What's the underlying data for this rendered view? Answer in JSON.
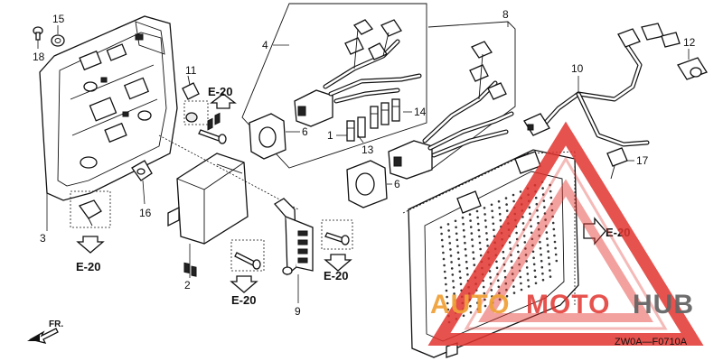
{
  "diagram": {
    "part_numbers": {
      "p1": "1",
      "p2": "2",
      "p3": "3",
      "p4": "4",
      "p6a": "6",
      "p6b": "6",
      "p8": "8",
      "p9": "9",
      "p10": "10",
      "p11": "11",
      "p12": "12",
      "p13": "13",
      "p14": "14",
      "p15": "15",
      "p16": "16",
      "p17": "17",
      "p18": "18"
    },
    "refs": {
      "e20_a": "E-20",
      "e20_b": "E-20",
      "e20_c": "E-20",
      "e20_d": "E-20",
      "e20_e": "E-20"
    },
    "front_label": "FR.",
    "drawing_code": "ZW0A—F0710A"
  },
  "watermark": {
    "text_auto": "AUTO",
    "text_moto": "MOTO",
    "text_hub": "HUB",
    "colors": {
      "red": "#e2342f",
      "orange": "#f0a23a",
      "grey": "#666666"
    }
  }
}
